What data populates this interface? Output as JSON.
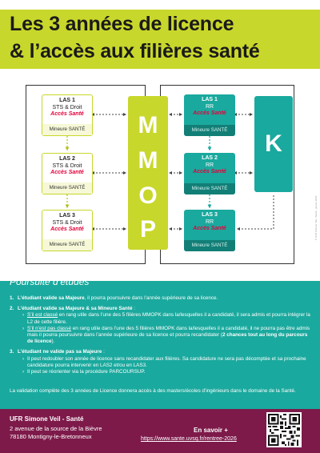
{
  "title": {
    "line1": "Les 3 années de licence",
    "line2": "& l’accès aux filières santé"
  },
  "diagram": {
    "left": [
      {
        "name": "LAS 1",
        "track": "STS & Droit",
        "access": "Accès Santé",
        "minor": "Mineure SANTÉ"
      },
      {
        "name": "LAS 2",
        "track": "STS & Droit",
        "access": "Accès Santé",
        "minor": "Mineure SANTÉ"
      },
      {
        "name": "LAS 3",
        "track": "STS & Droit",
        "access": "Accès Santé",
        "minor": "Mineure SANTÉ"
      }
    ],
    "right": [
      {
        "name": "LAS 1",
        "track": "RR",
        "access": "Accès Santé",
        "minor": "Mineure SANTÉ"
      },
      {
        "name": "LAS 2",
        "track": "RR",
        "access": "Accès Santé",
        "minor": "Mineure SANTÉ"
      },
      {
        "name": "LAS 3",
        "track": "RR",
        "access": "Accès Santé",
        "minor": "Mineure SANTÉ"
      }
    ],
    "mmop_letters": [
      "M",
      "M",
      "O",
      "P"
    ],
    "k_label": "K",
    "copyright": "© UFR Simone Veil - Santé - janvier 2026"
  },
  "studies": {
    "heading": "Poursuite d’études",
    "item1": {
      "num": "1.",
      "bold": "L’étudiant valide sa Majeure",
      "text": ", il pourra poursuivre dans l’année supérieure de sa licence."
    },
    "item2": {
      "num": "2.",
      "bold": "L’étudiant valide sa Majeure & sa Mineure Santé",
      "text": " :",
      "sub1_u": "S’il est classé",
      "sub1": " en rang utile dans l’une des 5 filières MMOPK dans la/lesquelles il a candidaté, il sera admis et pourra intégrer la L2 de cette filière.",
      "sub2_u": "S’il n’est pas classé",
      "sub2": " en rang utile dans l’une des 5 filières MMOPK dans la/lesquelles il a candidaté, il ne pourra pas être admis mais il pourra poursuivre dans l’année supérieure de sa licence et pourra recandidater (",
      "sub2_b": "2 chances tout au long du parcours de licence",
      "sub2_end": ")."
    },
    "item3": {
      "num": "3.",
      "bold": "L’étudiant ne valide pas sa Majeure",
      "text": " :",
      "sub1": "Il peut redoubler son année de licence sans recandidater aux filières. Sa candidature ne sera pas décomptée et sa prochaine candidature pourra intervenir en LAS2 et/ou en LAS3.",
      "sub2": "Il peut se réorienter via la procédure PARCOURSUP."
    },
    "conclusion": "La validation complète des 3 années de Licence donnera accès à des masters/écoles d’ingénieurs dans le domaine de la Santé."
  },
  "footer": {
    "ufr": "UFR Simone Veil - Santé",
    "address1": "2 avenue de la source de la Bièvre",
    "address2": "78180 Montigny-le-Bretonneux",
    "more": "En savoir +",
    "url": "https://www.sante.uvsq.fr/rentree-2026"
  },
  "colors": {
    "lime": "#c8d72b",
    "teal": "#1aa99e",
    "plum": "#7d1a4a",
    "accent_red": "#e4003a"
  }
}
